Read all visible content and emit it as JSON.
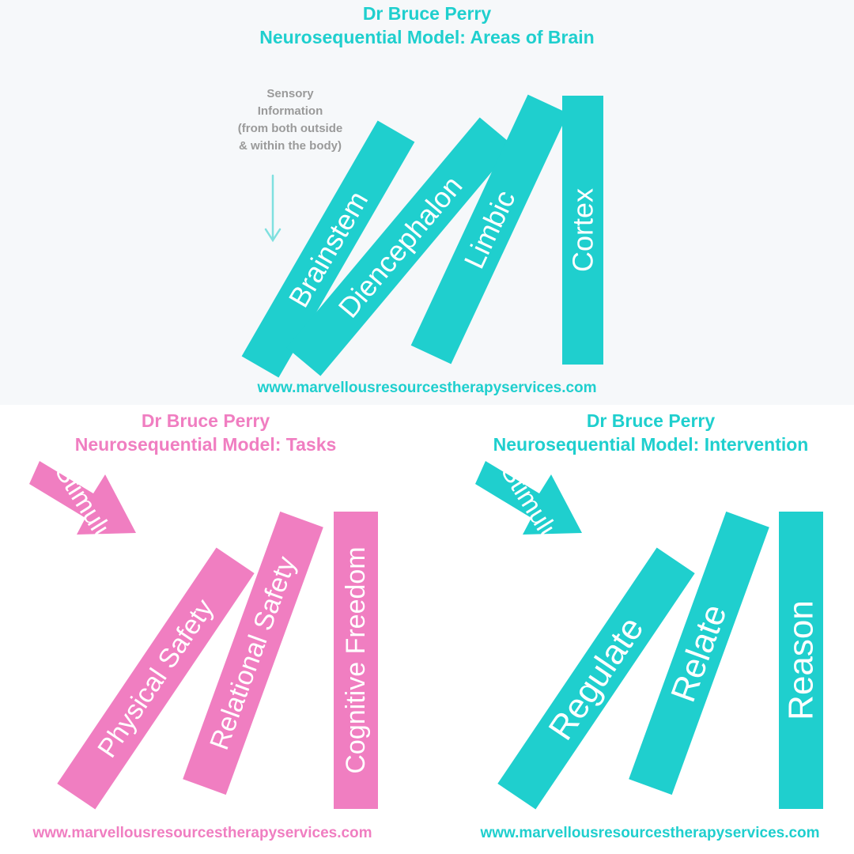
{
  "colors": {
    "teal": "#1fcfce",
    "pink": "#f07ec1",
    "note_gray": "#9a9a9a",
    "arrow_teal": "#7fe0df"
  },
  "panels": {
    "brain": {
      "author": "Dr Bruce Perry",
      "subtitle": "Neurosequential Model: Areas of Brain",
      "sensory_note": [
        "Sensory",
        "Information",
        "(from both outside",
        "& within the body)"
      ],
      "bars": [
        "Brainstem",
        "Diencephalon",
        "Limbic",
        "Cortex"
      ],
      "url": "www.marvellousresourcestherapyservices.com"
    },
    "tasks": {
      "author": "Dr Bruce Perry",
      "subtitle": "Neurosequential Model: Tasks",
      "stimulus": "Stimulus",
      "bars": [
        "Physical Safety",
        "Relational Safety",
        "Cognitive Freedom"
      ],
      "url": "www.marvellousresourcestherapyservices.com"
    },
    "intervention": {
      "author": "Dr Bruce Perry",
      "subtitle": "Neurosequential Model: Intervention",
      "stimulus": "Stimulus",
      "bars": [
        "Regulate",
        "Relate",
        "Reason"
      ],
      "url": "www.marvellousresourcestherapyservices.com"
    }
  }
}
